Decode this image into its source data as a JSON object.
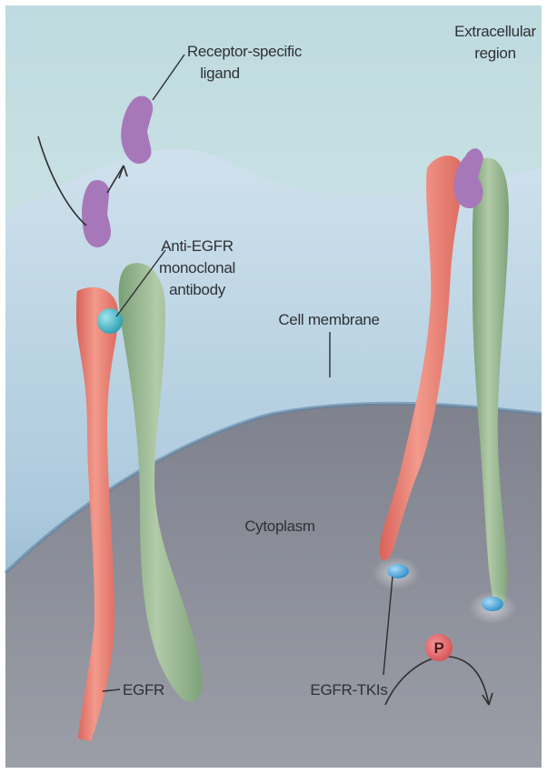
{
  "labels": {
    "ligand": [
      "Receptor-specific",
      "ligand"
    ],
    "region": [
      "Extracellular",
      "region"
    ],
    "antibody": [
      "Anti-EGFR",
      "monoclonal",
      "antibody"
    ],
    "membrane": "Cell membrane",
    "cytoplasm": "Cytoplasm",
    "egfr": "EGFR",
    "tki": "EGFR-TKIs",
    "phosphate": "P"
  },
  "colors": {
    "extracellular": "#cfe3e6",
    "membrane": "#a9c9db",
    "cytoplasm": "#858892",
    "egfr_red": "#ea7d72",
    "egfr_green": "#93b48d",
    "ligand": "#a678b9",
    "antibody": "#3fb3c4",
    "tki": "#4aa6da",
    "phosphate": "#e16265"
  }
}
